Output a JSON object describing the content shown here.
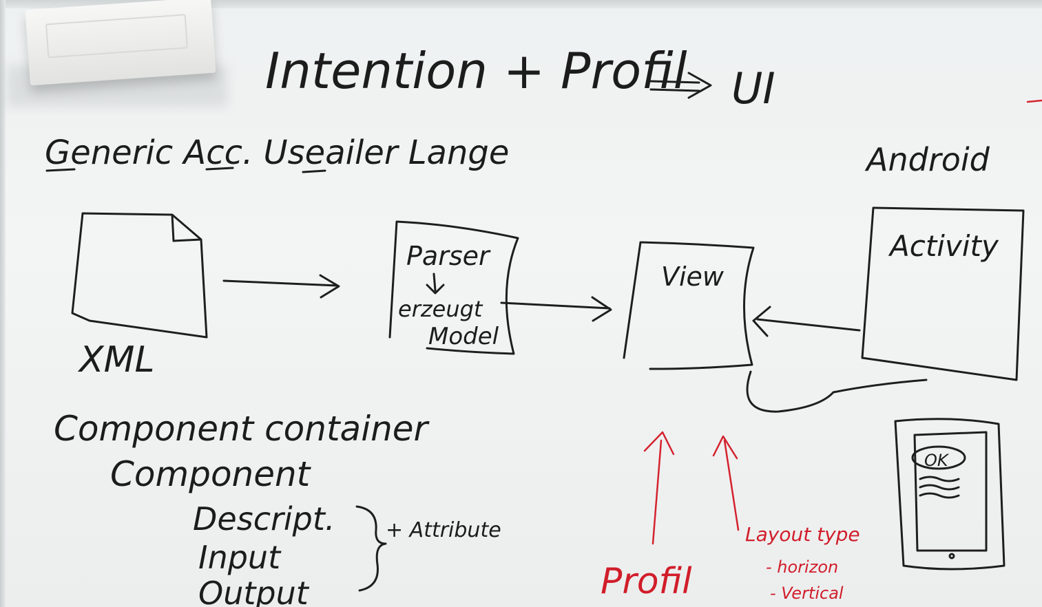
{
  "board": {
    "title": "Intention + Profil",
    "title_arrow_target": "UI",
    "subtitle": "Generic Acc. Useailer Lange",
    "android_label": "Android"
  },
  "diagram": {
    "xml_label": "XML",
    "parser_line1": "Parser",
    "parser_line2": "erzeugt",
    "parser_line3": "Model",
    "view_label": "View",
    "activity_label": "Activity",
    "phone_button": "OK"
  },
  "components": {
    "line1": "Component container",
    "line2": "Component",
    "line3": "Descript.",
    "line4": "Input",
    "line5": "Output",
    "brace_note": "+ Attribute"
  },
  "red_notes": {
    "profil": "Profil",
    "layout_type": "Layout type",
    "option1": "- horizon",
    "option2": "- Vertical"
  },
  "colors": {
    "marker_black": "#1e1e1e",
    "marker_red": "#d4222e",
    "board": "#f1f3f3"
  }
}
